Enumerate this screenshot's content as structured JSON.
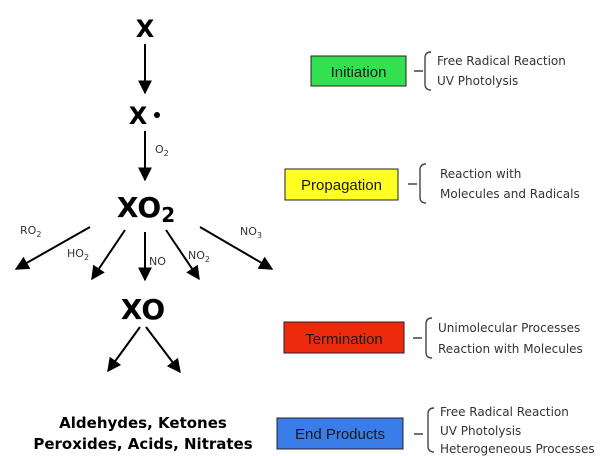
{
  "nodes": {
    "x": "X",
    "radical_x": "X",
    "xo2_main": "XO",
    "xo2_sub": "2",
    "xo": "XO"
  },
  "reagents": {
    "o2_main": "O",
    "o2_sub": "2",
    "ro2_main": "RO",
    "ro2_sub": "2",
    "ho2_main": "HO",
    "ho2_sub": "2",
    "no": "NO",
    "no2_main": "NO",
    "no2_sub": "2",
    "no3_main": "NO",
    "no3_sub": "3"
  },
  "products": {
    "line1": "Aldehydes, Ketones",
    "line2": "Peroxides, Acids, Nitrates"
  },
  "stages": [
    {
      "label": "Initiation",
      "color": "#33e04f",
      "descriptions": [
        "Free Radical Reaction",
        "UV Photolysis"
      ]
    },
    {
      "label": "Propagation",
      "color": "#ffff22",
      "descriptions": [
        "Reaction with",
        "Molecules and Radicals"
      ]
    },
    {
      "label": "Termination",
      "color": "#ee2a0c",
      "descriptions": [
        "Unimolecular Processes",
        "Reaction with Molecules"
      ]
    },
    {
      "label": "End Products",
      "color": "#3b7de8",
      "descriptions": [
        "Free Radical Reaction",
        "UV Photolysis",
        "Heterogeneous Processes"
      ]
    }
  ]
}
